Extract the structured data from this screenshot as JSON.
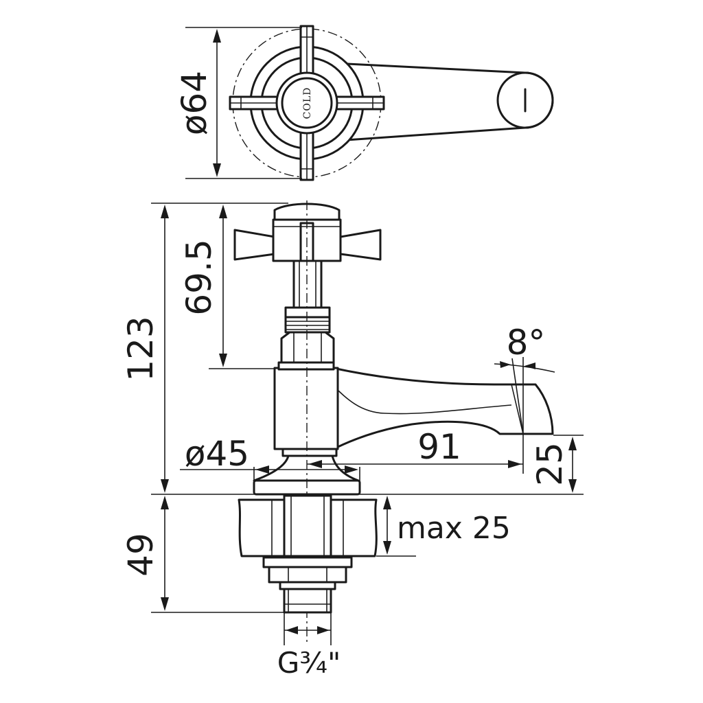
{
  "drawing": {
    "top_view": {
      "diameter_label": "ø64",
      "cap_label": "COLD"
    },
    "side_view": {
      "overall_height_label": "123",
      "handle_height_label": "69.5",
      "base_diameter_label": "ø45",
      "spout_reach_label": "91",
      "spout_height_label": "25",
      "spout_angle_label": "8°"
    },
    "install": {
      "below_height_label": "49",
      "max_thickness_label": "max 25",
      "thread_label": "G¾\""
    }
  }
}
